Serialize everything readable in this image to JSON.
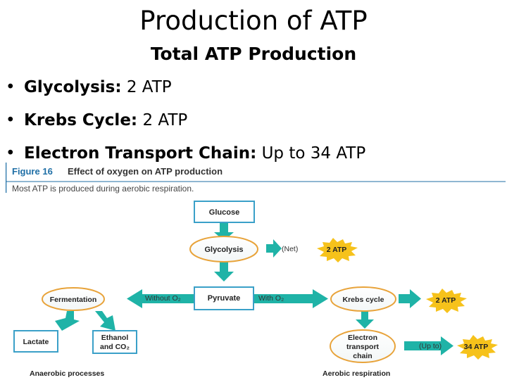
{
  "slide": {
    "title": "Production of ATP",
    "subtitle": "Total ATP Production",
    "bullets": [
      {
        "term": "Glycolysis:",
        "value": "2 ATP"
      },
      {
        "term": "Krebs Cycle:",
        "value": "2 ATP"
      },
      {
        "term": "Electron Transport Chain:",
        "value": "Up to 34 ATP"
      }
    ]
  },
  "figure": {
    "number": "Figure 16",
    "title": "Effect of oxygen on ATP production",
    "caption": "Most ATP is produced during aerobic respiration.",
    "nodes": {
      "glucose": "Glucose",
      "glycolysis": "Glycolysis",
      "pyruvate": "Pyruvate",
      "fermentation": "Fermentation",
      "lactate": "Lactate",
      "ethanol_line1": "Ethanol",
      "ethanol_line2": "and CO₂",
      "krebs": "Krebs cycle",
      "etc_line1": "Electron",
      "etc_line2": "transport",
      "etc_line3": "chain"
    },
    "arrow_labels": {
      "net": "(Net)",
      "without_o2": "Without O₂",
      "with_o2": "With O₂",
      "up_to": "(Up to)"
    },
    "atp_badges": {
      "glycolysis": "2 ATP",
      "krebs": "2 ATP",
      "etc": "34 ATP"
    },
    "footer": {
      "anaerobic": "Anaerobic processes",
      "aerobic": "Aerobic respiration"
    },
    "colors": {
      "arrow": "#1fb3a7",
      "box_border": "#3aa0c8",
      "oval_border": "#e8a33a",
      "title_blue": "#1f6fa6",
      "badge": "#f6c21b"
    }
  }
}
